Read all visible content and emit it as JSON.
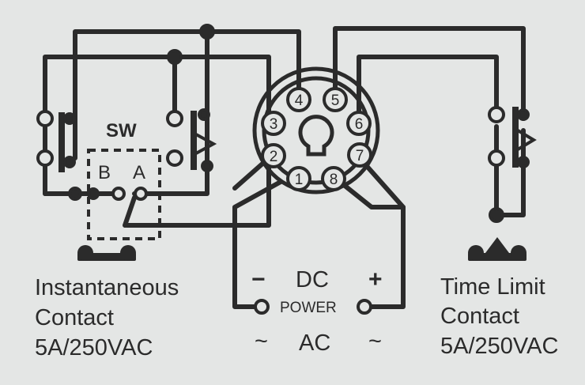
{
  "switch": {
    "label": "SW",
    "terminal_b": "B",
    "terminal_a": "A"
  },
  "socket": {
    "pins": [
      "1",
      "2",
      "3",
      "4",
      "5",
      "6",
      "7",
      "8"
    ]
  },
  "power": {
    "dc_label": "DC",
    "dc_minus": "−",
    "dc_plus": "+",
    "power_label": "POWER",
    "ac_label": "AC",
    "ac_left": "~",
    "ac_right": "~"
  },
  "instantaneous": {
    "line1": "Instantaneous",
    "line2": "Contact",
    "rating": "5A/250VAC"
  },
  "time_limit": {
    "line1": "Time Limit",
    "line2": "Contact",
    "rating": "5A/250VAC"
  },
  "colors": {
    "ink": "#2b2b2b",
    "background": "#e4e6e5"
  }
}
